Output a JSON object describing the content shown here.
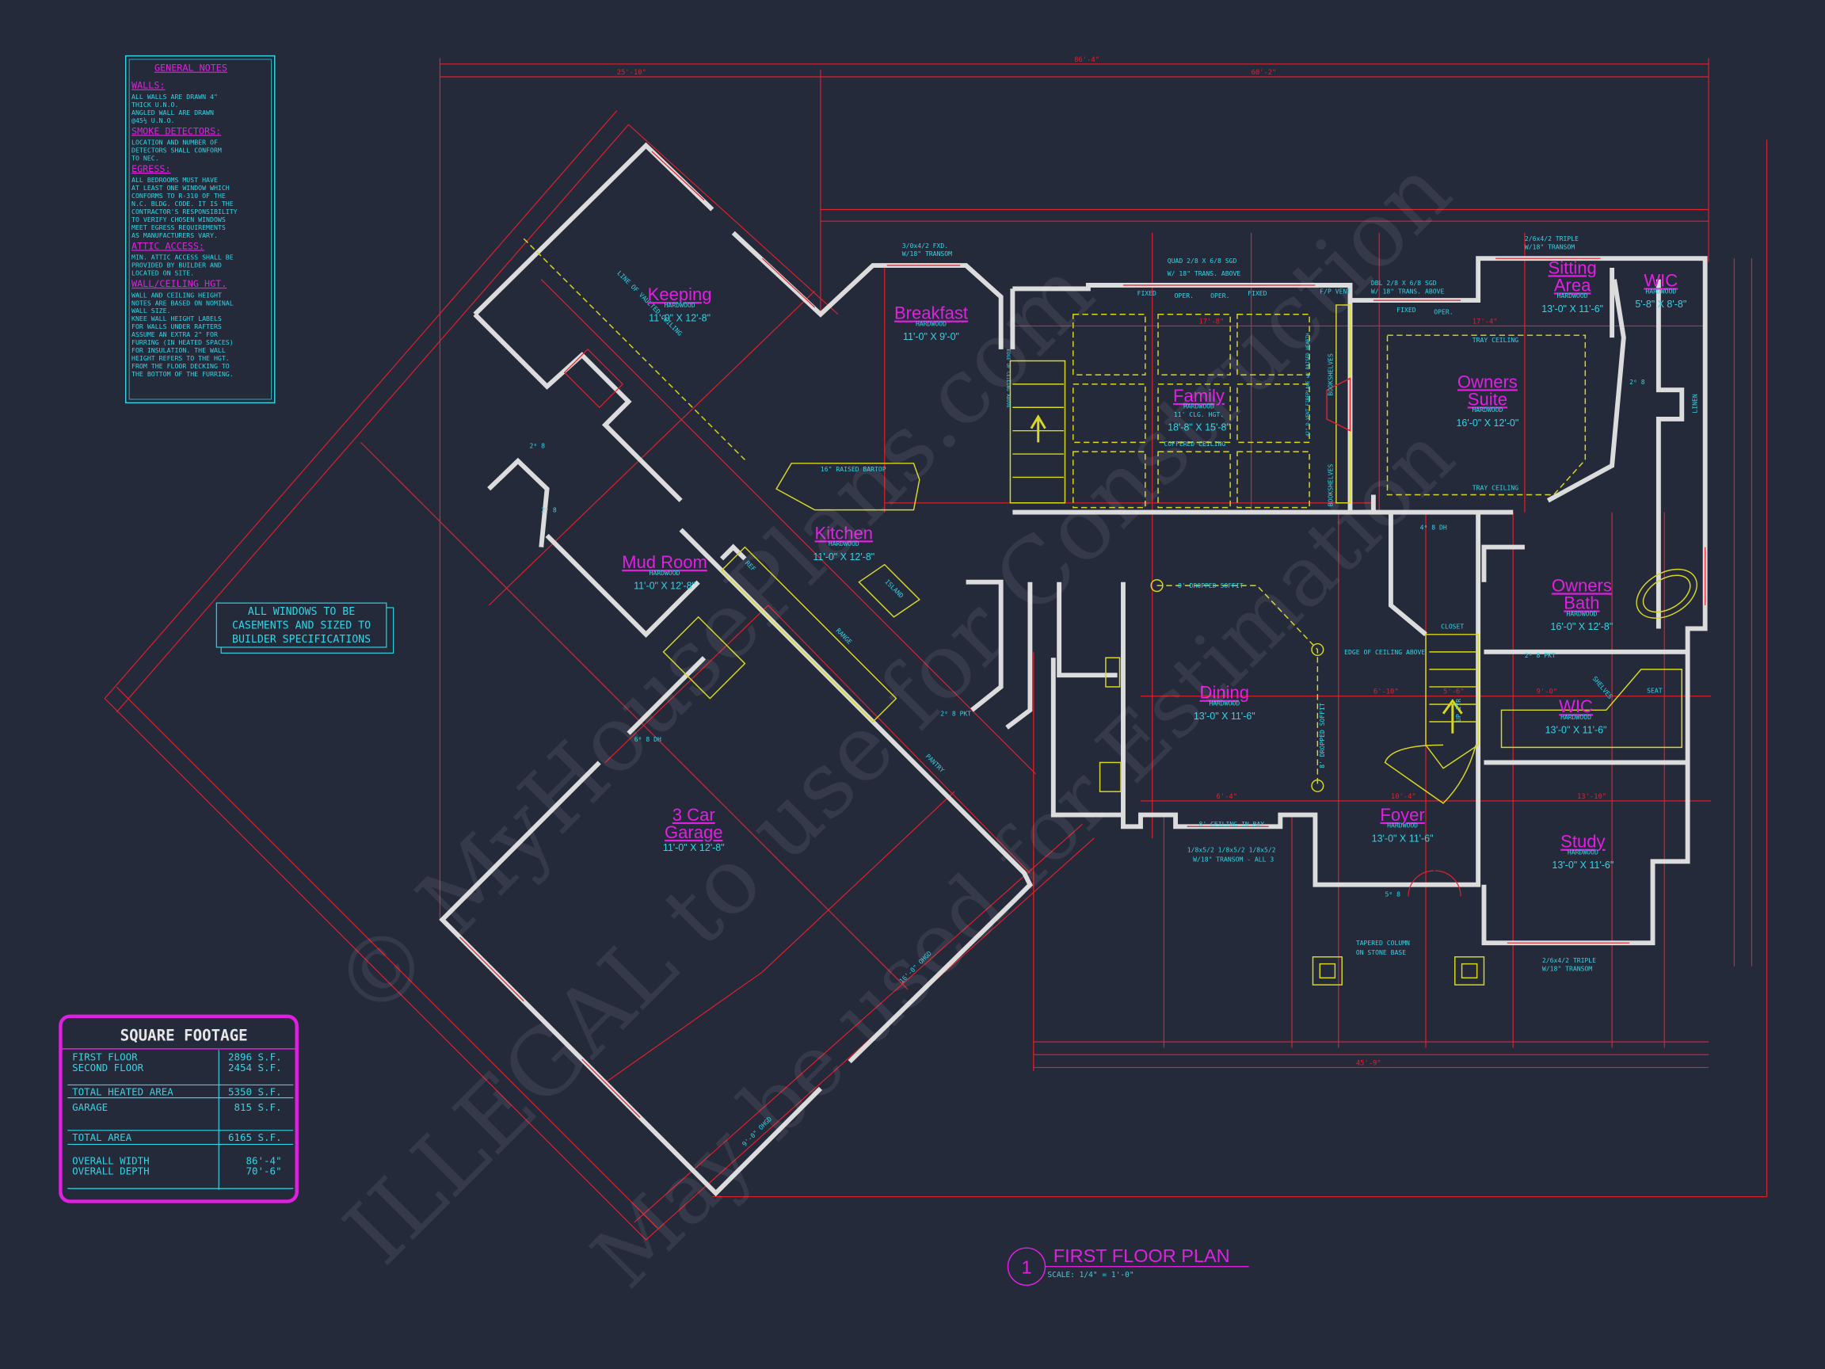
{
  "colors": {
    "background": "#252a3b",
    "dimension_red": "#e0202c",
    "text_cyan": "#30d4e4",
    "label_magenta": "#e020e0",
    "fixture_yellow": "#d8d820",
    "wall_white": "#dcdcdc"
  },
  "general_notes": {
    "title": "GENERAL NOTES",
    "sections": [
      {
        "heading": "WALLS:",
        "lines": [
          "ALL WALLS ARE DRAWN 4\"",
          "THICK U.N.O.",
          "ANGLED WALL ARE DRAWN",
          "@45½ U.N.O."
        ]
      },
      {
        "heading": "SMOKE DETECTORS:",
        "lines": [
          "LOCATION AND NUMBER OF",
          "DETECTORS SHALL CONFORM",
          "TO NEC."
        ]
      },
      {
        "heading": "EGRESS:",
        "lines": [
          "ALL BEDROOMS MUST HAVE",
          "AT LEAST ONE WINDOW WHICH",
          "CONFORMS TO R-310 OF THE",
          "N.C. BLDG. CODE. IT IS THE",
          "CONTRACTOR'S RESPONSIBILITY",
          "TO VERIFY CHOSEN WINDOWS",
          "MEET EGRESS REQUIREMENTS",
          "AS MANUFACTURERS VARY."
        ]
      },
      {
        "heading": "ATTIC ACCESS:",
        "lines": [
          "MIN. ATTIC ACCESS SHALL BE",
          "PROVIDED BY BUILDER AND",
          "LOCATED ON SITE."
        ]
      },
      {
        "heading": "WALL/CEILING HGT.",
        "lines": [
          "WALL AND CEILING HEIGHT",
          "NOTES ARE BASED ON NOMINAL",
          "WALL SIZE.",
          "KNEE WALL HEIGHT LABELS",
          "FOR WALLS UNDER RAFTERS",
          "ASSUME AN EXTRA 2\" FOR",
          "FURRING (IN HEATED SPACES)",
          "FOR INSULATION. THE WALL",
          "HEIGHT REFERS TO THE HGT.",
          "FROM THE FLOOR DECKING TO",
          "THE BOTTOM OF THE FURRING."
        ]
      }
    ]
  },
  "windows_note": [
    "ALL WINDOWS TO BE",
    "CASEMENTS AND SIZED TO",
    "BUILDER SPECIFICATIONS"
  ],
  "square_footage": {
    "title": "SQUARE FOOTAGE",
    "rows": [
      {
        "label": "FIRST FLOOR",
        "value": "2896 S.F."
      },
      {
        "label": "SECOND FLOOR",
        "value": "2454 S.F."
      },
      {
        "label": "TOTAL HEATED AREA",
        "value": "5350 S.F."
      },
      {
        "label": "GARAGE",
        "value": "815 S.F."
      },
      {
        "label": "TOTAL AREA",
        "value": "6165 S.F."
      },
      {
        "label": "OVERALL WIDTH",
        "value": "86'-4\""
      },
      {
        "label": "OVERALL DEPTH",
        "value": "70'-6\""
      }
    ]
  },
  "title_block": {
    "number": "1",
    "title": "FIRST FLOOR PLAN",
    "scale": "SCALE: 1/4\" = 1'-0\""
  },
  "rooms": [
    {
      "name": [
        "Keeping"
      ],
      "floor": "HARDWOOD",
      "size": "11'-0\" X 12'-8\""
    },
    {
      "name": [
        "Breakfast"
      ],
      "floor": "HARDWOOD",
      "size": "11'-0\" X 9'-0\""
    },
    {
      "name": [
        "Family"
      ],
      "floor": "HARDWOOD",
      "extra": "11' CLG. HGT.",
      "size": "18'-8\" X 15'-8\""
    },
    {
      "name": [
        "Owners",
        "Suite"
      ],
      "floor": "HARDWOOD",
      "size": "16'-0\" X 12'-0\""
    },
    {
      "name": [
        "Sitting",
        "Area"
      ],
      "floor": "HARDWOOD",
      "size": "13'-0\" X 11'-6\""
    },
    {
      "name": [
        "WIC"
      ],
      "floor": "HARDWOOD",
      "size": "5'-8\" X 8'-8\""
    },
    {
      "name": [
        "Kitchen"
      ],
      "floor": "HARDWOOD",
      "size": "11'-0\" X 12'-8\""
    },
    {
      "name": [
        "Mud Room"
      ],
      "floor": "HARDWOOD",
      "size": "11'-0\" X 12'-8\""
    },
    {
      "name": [
        "Dining"
      ],
      "floor": "HARDWOOD",
      "size": "13'-0\" X 11'-6\""
    },
    {
      "name": [
        "Owners",
        "Bath"
      ],
      "floor": "HARDWOOD",
      "size": "16'-0\" X 12'-8\""
    },
    {
      "name": [
        "WIC"
      ],
      "floor": "HARDWOOD",
      "size": "13'-0\" X 11'-6\""
    },
    {
      "name": [
        "Foyer"
      ],
      "floor": "HARDWOOD",
      "size": "13'-0\" X 11'-6\""
    },
    {
      "name": [
        "Study"
      ],
      "floor": "HARDWOOD",
      "size": "13'-0\" X 11'-6\""
    },
    {
      "name": [
        "3 Car",
        "Garage"
      ],
      "floor": "",
      "size": "11'-0\" X 12'-8\""
    }
  ],
  "annotations": {
    "coffered": "COFFERED CEILING",
    "tray1": "TRAY CEILING",
    "tray2": "TRAY CEILING",
    "quad_sgd": "QUAD 2/8 X 6/8 SGD",
    "quad_trans": "W/ 18\" TRANS. ABOVE",
    "dbl_sgd": "DBL 2/8 X 6/8 SGD",
    "dbl_trans": "W/ 18\" TRANS. ABOVE",
    "fp_vent": "F/P VENT",
    "fixed1": "FIXED",
    "oper1": "OPER.",
    "oper2": "OPER.",
    "fixed2": "FIXED",
    "fixed3": "FIXED",
    "oper3": "OPER.",
    "bookshelves": "BOOKSHELVES",
    "fireplace": "42\" D-VENT FIREPLACE w/ RAISED HEARTH",
    "raised_bartop": "16\" RAISED BARTOP",
    "island": "ISLAND",
    "ref": "REF",
    "range": "RANGE",
    "pantry": "PANTRY",
    "dropped_soffit1": "8' DROPPED SOFFIT",
    "dropped_soffit2": "8' DROPPED SOFFIT",
    "edge_ceiling": "EDGE OF CEILING ABOVE",
    "edge_ceiling2": "EDGE OF CEILING ABOVE",
    "ceiling_bay": "8' CEILING IN BAY",
    "bay_windows": "1/8x5/2  1/8x5/2  1/8x5/2",
    "bay_transom": "W/18\" TRANSOM - ALL 3",
    "closet": "CLOSET",
    "up": "UP 17R",
    "tapered_column": "TAPERED COLUMN",
    "stone_base": "ON STONE BASE",
    "linen": "LINEN",
    "shelves": "SHELVES",
    "seat": "SEAT",
    "breakfast_window": "3/0x4/2 FXD.",
    "breakfast_transom": "W/18\" TRANSOM",
    "study_window": "2/6x4/2 TRIPLE",
    "study_transom": "W/18\" TRANSOM",
    "sitting_window": "2/6x4/2 TRIPLE",
    "sitting_transom": "W/18\" TRANSOM",
    "line_vaulted": "LINE OF VAULTED CEILING",
    "garage_door1": "16'-0\" OHGD",
    "garage_door2": "9'-0\" OHGD",
    "doors": [
      "2⁶ 8",
      "2⁶ 8",
      "2⁶ 8 PKT",
      "2⁶ 8 PKT",
      "6⁰ 8 DH",
      "4⁰ 8 DH",
      "5⁰ 8",
      "2⁶ 8"
    ]
  },
  "dimensions": {
    "overall_top": "86'-4\"",
    "top_left": "25'-10\"",
    "top_right": "60'-2\"",
    "bottom_overall": "45'-9\"",
    "family_width": "17'-8\"",
    "sitting_width": "17'-4\"",
    "dining_bottom": "6'-4\"",
    "foyer_bottom": "10'-4\"",
    "study_width": "13'-10\"",
    "stair": "5'-6\"",
    "dining_stair": "6'-10\"",
    "wic_width": "9'-0\""
  },
  "watermark": [
    "© MyHousePlans.com",
    "ILLEGAL to use for Construction",
    "May be used for Estimation"
  ]
}
